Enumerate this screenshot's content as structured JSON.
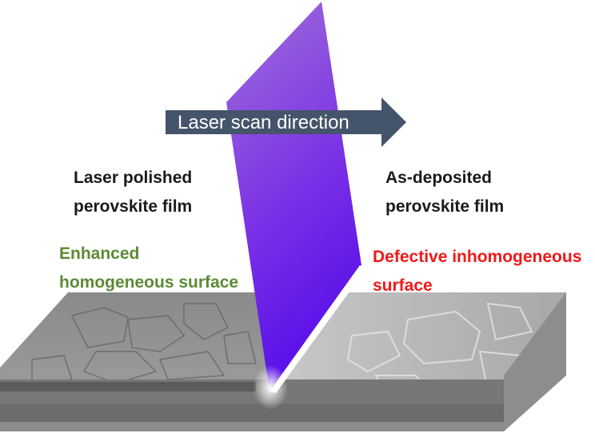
{
  "arrow": {
    "label": "Laser scan direction",
    "color": "#44546a"
  },
  "left_side": {
    "title_line1": "Laser polished",
    "title_line2": "perovskite film",
    "surface_line1": "Enhanced",
    "surface_line2": "homogeneous surface",
    "surface_color": "#5b8a34"
  },
  "right_side": {
    "title_line1": "As-deposited",
    "title_line2": "perovskite film",
    "surface_line1": "Defective inhomogeneous",
    "surface_line2": "surface",
    "surface_color": "#f01818"
  },
  "laser_color": "#6a1ee0"
}
